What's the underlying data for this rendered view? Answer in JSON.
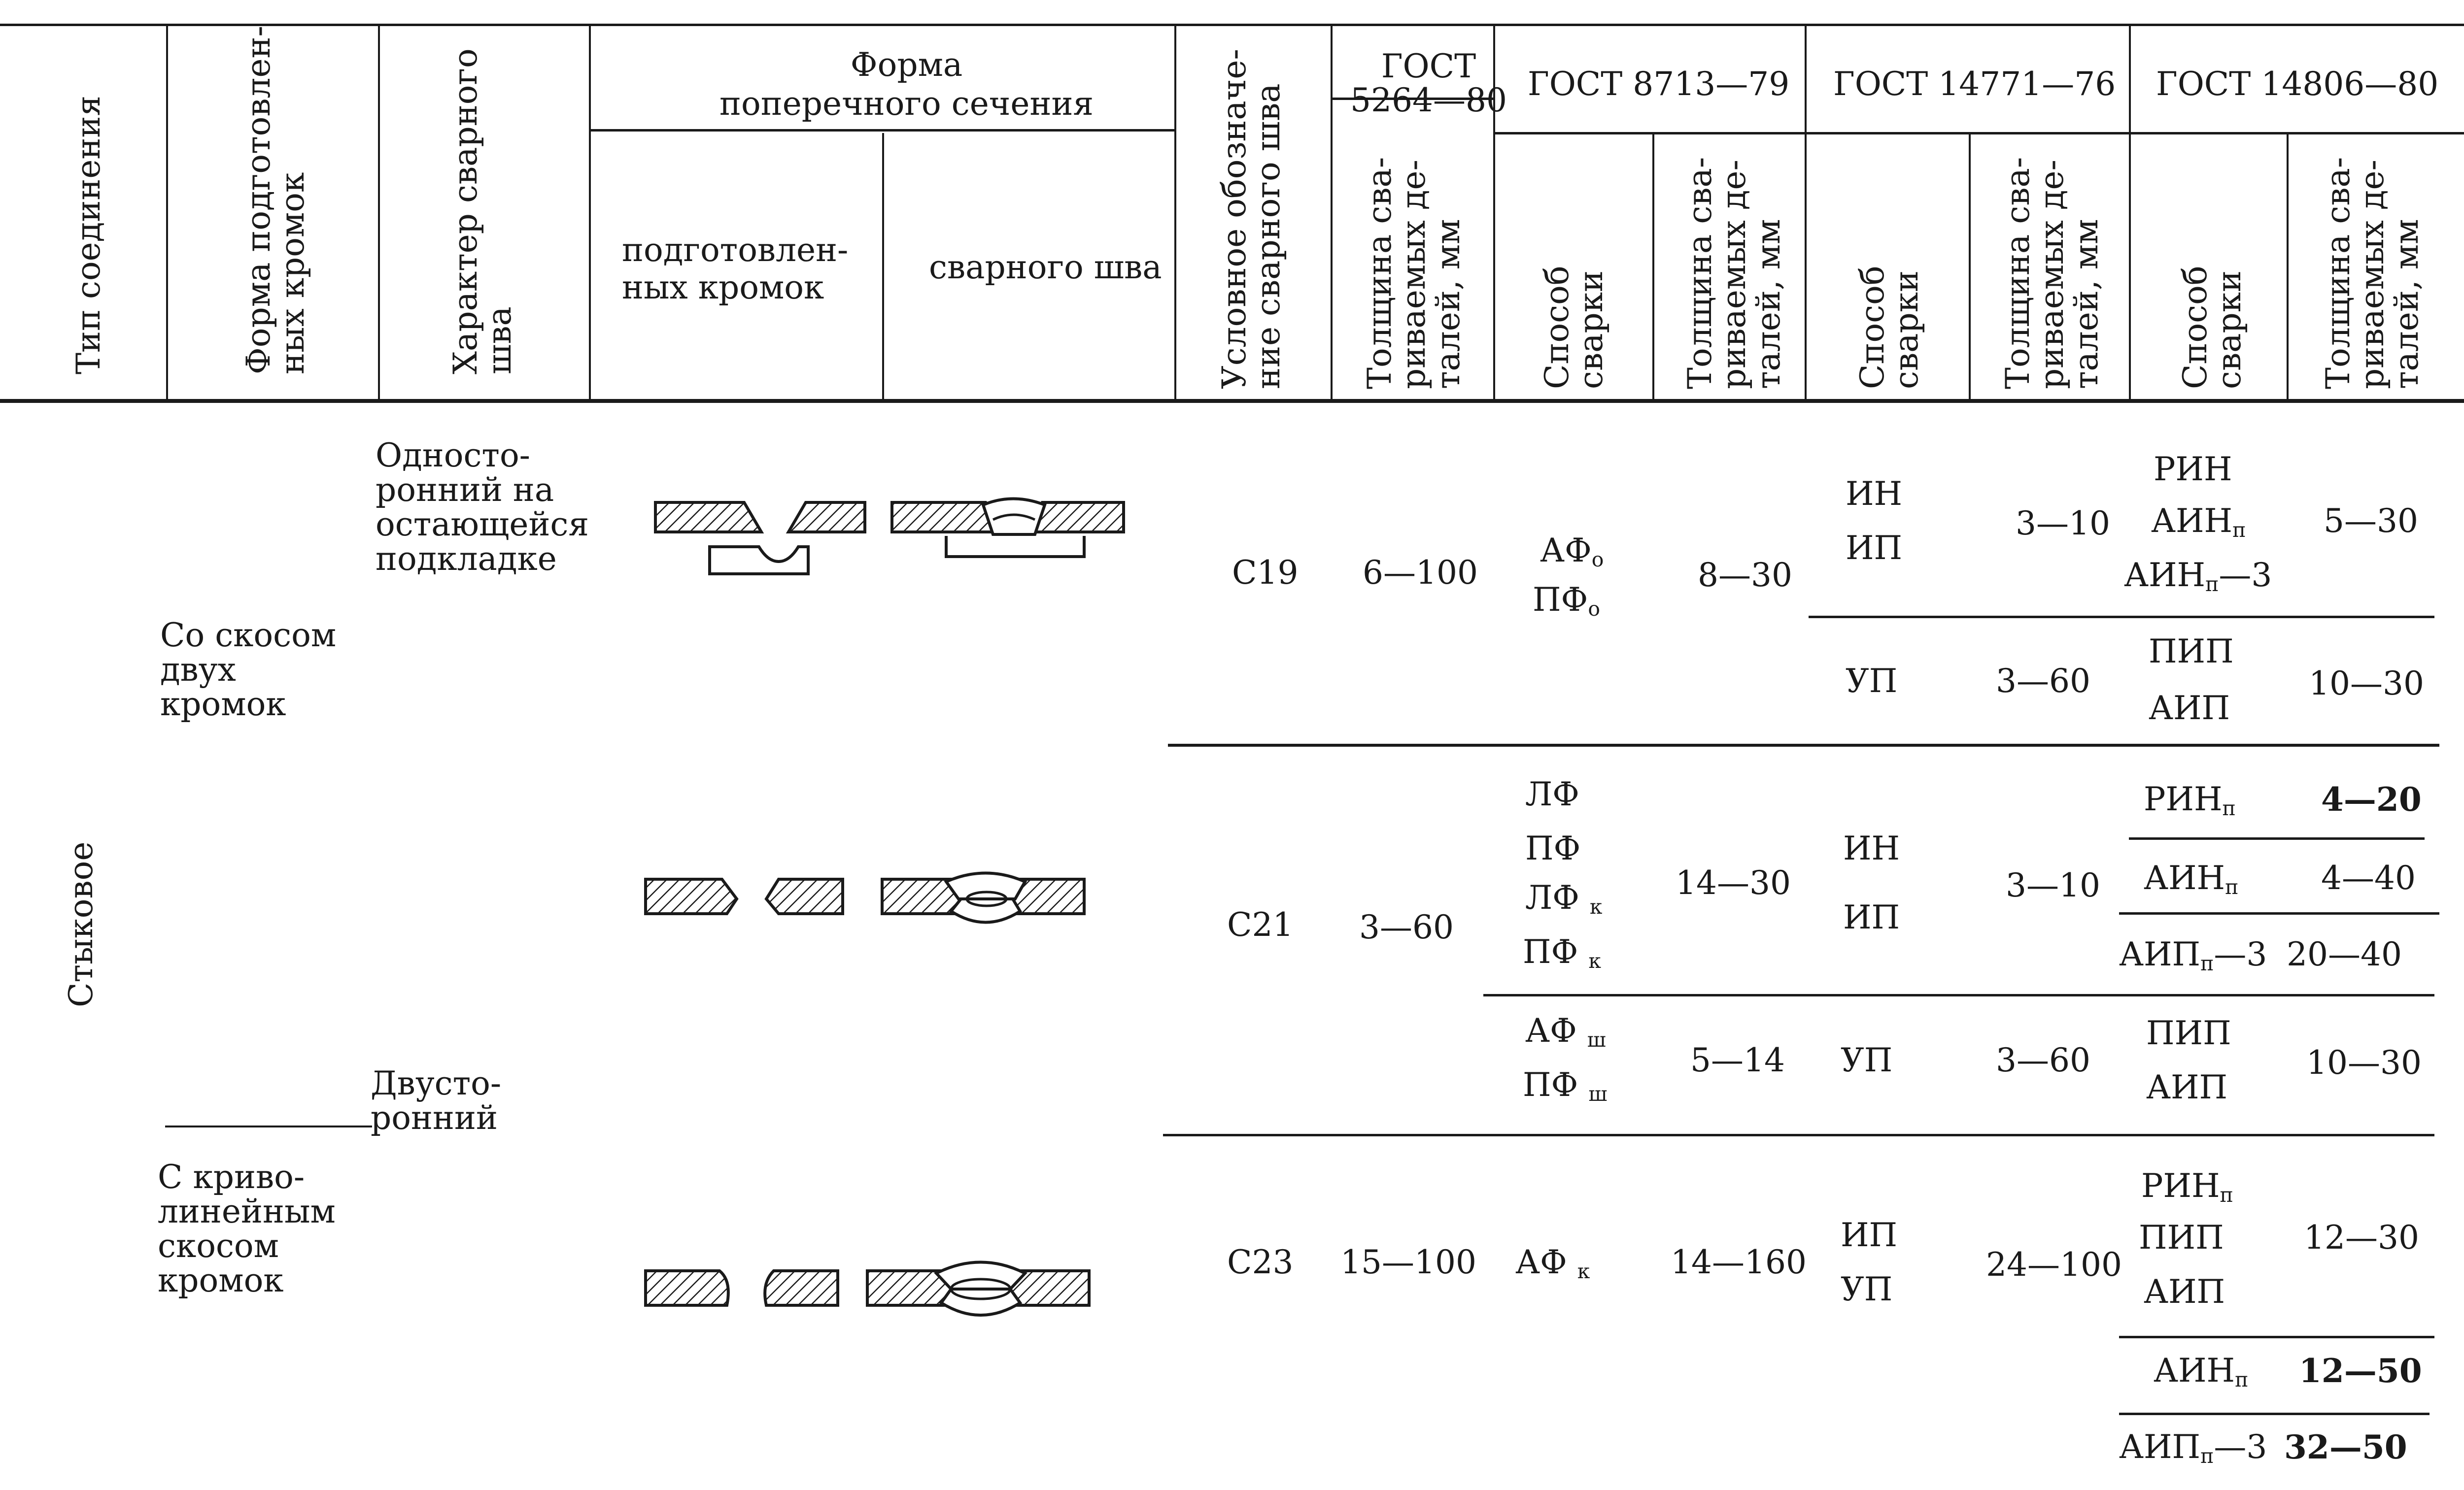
{
  "header": {
    "col_type": "Тип соединения",
    "col_edge_form": "Форма подготовлен-\nных кромок",
    "col_weld_char": "Характер сварного\nшва",
    "col_section": "Форма\nпоперечного сечения",
    "col_section_edges": "подготовлен-\nных кромок",
    "col_section_weld": "сварного шва",
    "col_designation": "Условное обозначе-\nние сварного шва",
    "gost_5264": "ГОСТ\n5264—80",
    "gost_8713": "ГОСТ 8713—79",
    "gost_14771": "ГОСТ 14771—76",
    "gost_14806": "ГОСТ 14806—80",
    "thickness": "Толщина сва-\nриваемых де-\nталей, мм",
    "method": "Способ\nсварки"
  },
  "body": {
    "joint_type": "Стыковое",
    "edge_form_1": "Со скосом\nдвух\nкромок",
    "edge_form_2": "С криво-\nлинейным\nскосом\nкромок",
    "weld_char_1": "Односто-\nронний на\nостающейся\nподкладке",
    "weld_char_2": "Двусто-\nронний"
  },
  "rows": {
    "c19": {
      "designation": "С19",
      "g5264_thickness": "6—100",
      "g8713_method_1": "АФ",
      "g8713_method_1_sub": "о",
      "g8713_method_2": "ПФ",
      "g8713_method_2_sub": "о",
      "g8713_thickness": "8—30",
      "g14771_a_method_1": "ИН",
      "g14771_a_method_2": "ИП",
      "g14771_a_thickness": "3—10",
      "g14806_a_method_1": "РИН",
      "g14806_a_method_2": "АИН",
      "g14806_a_method_2_sub": "п",
      "g14806_a_method_3": "АИН",
      "g14806_a_method_3_sub": "п",
      "g14806_a_method_3_tail": "—3",
      "g14806_a_thickness": "5—30",
      "g14771_b_method": "УП",
      "g14771_b_thickness": "3—60",
      "g14806_b_method_1": "ПИП",
      "g14806_b_method_2": "АИП",
      "g14806_b_thickness": "10—30"
    },
    "c21": {
      "designation": "С21",
      "g5264_thickness": "3—60",
      "g8713_a_methods": [
        "ЛФ",
        "ПФ"
      ],
      "g8713_a_method_3": "ЛФ",
      "g8713_a_method_3_sub": "к",
      "g8713_a_method_4": "ПФ",
      "g8713_a_method_4_sub": "к",
      "g8713_a_thickness": "14—30",
      "g14771_a_method_1": "ИН",
      "g14771_a_method_2": "ИП",
      "g14771_a_thickness": "3—10",
      "g14806_a1_method": "РИН",
      "g14806_a1_method_sub": "п",
      "g14806_a1_thickness": "4—20",
      "g14806_a2_method": "АИН",
      "g14806_a2_method_sub": "п",
      "g14806_a2_thickness": "4—40",
      "g14806_a3_method": "АИП",
      "g14806_a3_method_sub": "п",
      "g14806_a3_method_tail": "—3",
      "g14806_a3_thickness": "20—40",
      "g8713_b_method_1": "АФ",
      "g8713_b_method_1_sub": "ш",
      "g8713_b_method_2": "ПФ",
      "g8713_b_method_2_sub": "ш",
      "g8713_b_thickness": "5—14",
      "g14771_b_method": "УП",
      "g14771_b_thickness": "3—60",
      "g14806_b_method_1": "ПИП",
      "g14806_b_method_2": "АИП",
      "g14806_b_thickness": "10—30"
    },
    "c23": {
      "designation": "С23",
      "g5264_thickness": "15—100",
      "g8713_method": "АФ",
      "g8713_method_sub": "к",
      "g8713_thickness": "14—160",
      "g14771_method_1": "ИП",
      "g14771_method_2": "УП",
      "g14771_thickness": "24—100",
      "g14806_a_method_1": "РИН",
      "g14806_a_method_1_sub": "п",
      "g14806_a_method_2": "ПИП",
      "g14806_a_method_3": "АИП",
      "g14806_a_thickness": "12—30",
      "g14806_b_method": "АИН",
      "g14806_b_method_sub": "п",
      "g14806_b_thickness": "12—50",
      "g14806_c_method": "АИП",
      "g14806_c_method_sub": "п",
      "g14806_c_method_tail": "—3",
      "g14806_c_thickness": "32—50"
    }
  }
}
